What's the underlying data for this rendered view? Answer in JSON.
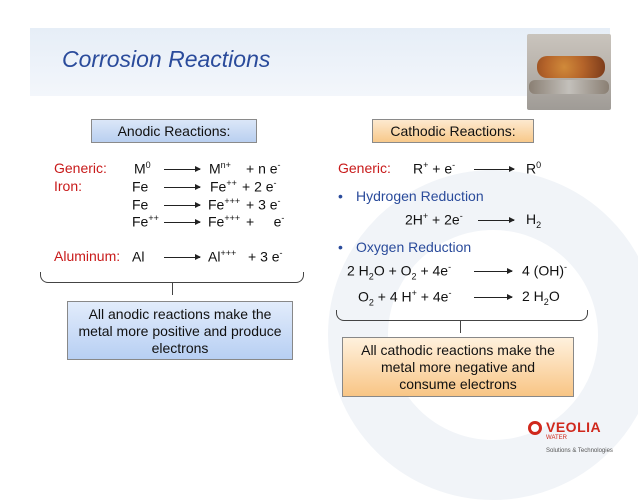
{
  "slide": {
    "title": "Corrosion Reactions"
  },
  "anodic": {
    "header": "Anodic Reactions:",
    "rows": [
      {
        "label": "Generic:",
        "reactant": "M",
        "reactant_sup": "0",
        "product": "M",
        "product_sup": "n+",
        "tail": "+ n e",
        "tail_sup": "-"
      },
      {
        "label": "Iron:",
        "reactant": "Fe",
        "reactant_sup": "",
        "product": "Fe",
        "product_sup": "++",
        "tail": "+ 2 e",
        "tail_sup": "-"
      },
      {
        "label": "",
        "reactant": "Fe",
        "reactant_sup": "",
        "product": "Fe",
        "product_sup": "+++",
        "tail": "+ 3 e",
        "tail_sup": "-"
      },
      {
        "label": "",
        "reactant": "Fe",
        "reactant_sup": "++",
        "product": "Fe",
        "product_sup": "+++",
        "tail": "+     e",
        "tail_sup": "-"
      },
      {
        "label": "Aluminum:",
        "reactant": "Al",
        "reactant_sup": "",
        "product": "Al",
        "product_sup": "+++",
        "tail": "+ 3 e",
        "tail_sup": "-"
      }
    ],
    "summary": [
      "All anodic reactions make the",
      "metal more positive and produce",
      "electrons"
    ]
  },
  "cathodic": {
    "header": "Cathodic Reactions:",
    "generic": {
      "label": "Generic:",
      "lhs": "R",
      "lhs_sup": "+",
      "lhs_tail": " + e",
      "lhs_tail_sup": "-",
      "rhs": "R",
      "rhs_sup": "0"
    },
    "bullet1": "Hydrogen Reduction",
    "h_reaction": {
      "lhs": "2H",
      "lhs_sup": "+",
      "lhs_tail": " + 2e",
      "lhs_tail_sup": "-",
      "rhs": "H",
      "rhs_sub": "2"
    },
    "bullet2": "Oxygen Reduction",
    "o_reaction1": {
      "a": "2 H",
      "a_sub": "2",
      "b": "O + O",
      "b_sub": "2",
      "c": " + 4e",
      "c_sup": "-",
      "rhs": "4 (OH)",
      "rhs_sup": "-"
    },
    "o_reaction2": {
      "a": "O",
      "a_sub": "2",
      "b": " + 4 H",
      "b_sup": "+",
      "c": " + 4e",
      "c_sup": "-",
      "rhs": "2 H",
      "rhs_sub": "2",
      "rhs_tail": "O"
    },
    "summary": [
      "All cathodic reactions make the",
      "metal more negative and",
      "consume electrons"
    ]
  },
  "logo": {
    "brand": "VEOLIA",
    "division": "WATER",
    "tagline": "Solutions & Technologies"
  },
  "colors": {
    "title": "#2a4b9b",
    "label_red": "#c81a1a",
    "bullet_blue": "#2a4b9b",
    "logo_red": "#d0281c"
  }
}
